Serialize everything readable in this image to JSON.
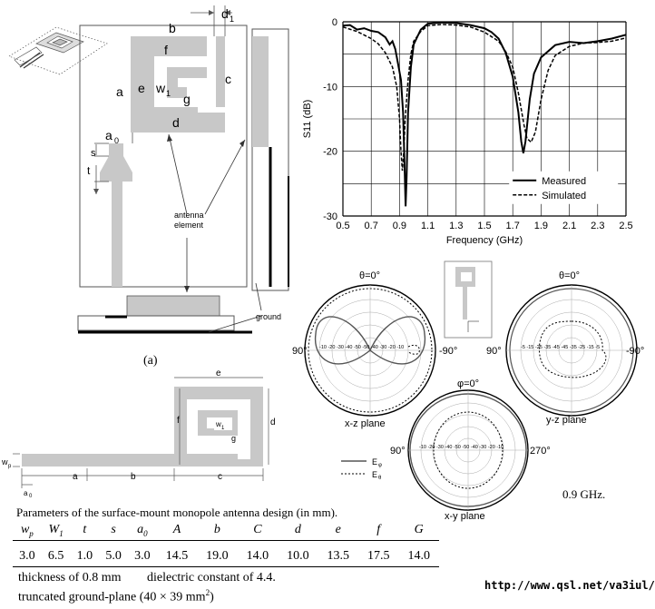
{
  "antenna_labels": {
    "b": "b",
    "d1": "d",
    "d1_sub": "1",
    "f": "f",
    "a": "a",
    "e": "e",
    "w1": "w",
    "w1_sub": "1",
    "g": "g",
    "c": "c",
    "d": "d",
    "a0": "a",
    "a0_sub": "0",
    "s": "s",
    "t": "t",
    "element": "antenna\nelement",
    "ground": "ground"
  },
  "sub_a_label": "(a)",
  "planar_labels": {
    "e": "e",
    "f": "f",
    "d": "d",
    "w1": "w",
    "w1_sub": "1",
    "g": "g",
    "wp": "w",
    "wp_sub": "p",
    "a": "a",
    "b": "b",
    "c": "c",
    "a0": "a",
    "a0_sub": "0"
  },
  "chart_data": {
    "type": "line",
    "xlabel": "Frequency (GHz)",
    "ylabel": "S11 (dB)",
    "xlim": [
      0.5,
      2.5
    ],
    "ylim": [
      -30,
      0
    ],
    "x_ticks": [
      "0.5",
      "0.7",
      "0.9",
      "1.1",
      "1.3",
      "1.5",
      "1.7",
      "1.9",
      "2.1",
      "2.3",
      "2.5"
    ],
    "y_ticks": [
      "0",
      "-10",
      "-20",
      "-30"
    ],
    "grid": true,
    "legend": "bottom-right",
    "series": [
      {
        "name": "Measured",
        "style": "solid",
        "points": [
          [
            0.5,
            -0.6
          ],
          [
            0.55,
            -0.5
          ],
          [
            0.6,
            -1.2
          ],
          [
            0.65,
            -1.0
          ],
          [
            0.7,
            -1.4
          ],
          [
            0.75,
            -1.6
          ],
          [
            0.8,
            -2.4
          ],
          [
            0.83,
            -3.5
          ],
          [
            0.85,
            -3.0
          ],
          [
            0.87,
            -4.2
          ],
          [
            0.89,
            -6.5
          ],
          [
            0.91,
            -9.0
          ],
          [
            0.925,
            -14.0
          ],
          [
            0.935,
            -22.0
          ],
          [
            0.943,
            -28.5
          ],
          [
            0.95,
            -24.0
          ],
          [
            0.96,
            -14.0
          ],
          [
            0.98,
            -7.0
          ],
          [
            1.0,
            -3.5
          ],
          [
            1.05,
            -1.2
          ],
          [
            1.1,
            -0.3
          ],
          [
            1.2,
            -0.1
          ],
          [
            1.3,
            -0.2
          ],
          [
            1.4,
            -0.5
          ],
          [
            1.5,
            -1.0
          ],
          [
            1.55,
            -1.6
          ],
          [
            1.6,
            -2.6
          ],
          [
            1.65,
            -4.8
          ],
          [
            1.7,
            -8.5
          ],
          [
            1.74,
            -14.0
          ],
          [
            1.76,
            -18.5
          ],
          [
            1.775,
            -20.3
          ],
          [
            1.79,
            -18.5
          ],
          [
            1.82,
            -12.0
          ],
          [
            1.85,
            -8.0
          ],
          [
            1.9,
            -5.5
          ],
          [
            2.0,
            -3.6
          ],
          [
            2.1,
            -3.1
          ],
          [
            2.2,
            -3.3
          ],
          [
            2.3,
            -3.0
          ],
          [
            2.4,
            -2.6
          ],
          [
            2.5,
            -2.0
          ]
        ]
      },
      {
        "name": "Simulated",
        "style": "dashed",
        "points": [
          [
            0.5,
            -0.8
          ],
          [
            0.6,
            -1.5
          ],
          [
            0.7,
            -2.6
          ],
          [
            0.75,
            -3.4
          ],
          [
            0.8,
            -4.8
          ],
          [
            0.85,
            -7.0
          ],
          [
            0.88,
            -10.0
          ],
          [
            0.9,
            -15.0
          ],
          [
            0.91,
            -20.0
          ],
          [
            0.92,
            -23.0
          ],
          [
            0.93,
            -20.0
          ],
          [
            0.94,
            -15.0
          ],
          [
            0.96,
            -9.0
          ],
          [
            0.98,
            -5.0
          ],
          [
            1.0,
            -3.0
          ],
          [
            1.05,
            -1.5
          ],
          [
            1.1,
            -0.6
          ],
          [
            1.2,
            -0.4
          ],
          [
            1.3,
            -0.5
          ],
          [
            1.4,
            -0.8
          ],
          [
            1.5,
            -1.6
          ],
          [
            1.6,
            -3.0
          ],
          [
            1.65,
            -4.6
          ],
          [
            1.7,
            -7.0
          ],
          [
            1.74,
            -11.0
          ],
          [
            1.78,
            -16.0
          ],
          [
            1.8,
            -18.0
          ],
          [
            1.83,
            -18.6
          ],
          [
            1.86,
            -17.0
          ],
          [
            1.9,
            -12.0
          ],
          [
            1.95,
            -7.5
          ],
          [
            2.0,
            -5.2
          ],
          [
            2.1,
            -3.8
          ],
          [
            2.2,
            -3.3
          ],
          [
            2.3,
            -3.2
          ],
          [
            2.4,
            -3.0
          ],
          [
            2.5,
            -2.5
          ]
        ]
      }
    ]
  },
  "pattern_labels": {
    "xz_theta": "θ=0°",
    "xz_left": "90°",
    "xz_right": "-90°",
    "xz_scale": "-10 -20 -30 -40 -50     -50 -40 -30 -20 -10",
    "xz_plane": "x-z plane",
    "yz_theta": "θ=0°",
    "yz_left": "90°",
    "yz_right": "-90°",
    "yz_scale": "-5 -15 -25 -35 -45     -45 -35 -25 -15 -5",
    "yz_plane": "y-z plane",
    "xy_phi": "φ=0°",
    "xy_left": "90°",
    "xy_right": "270°",
    "xy_scale": "-10 -20 -30 -40 -50     -50 -40 -30 -20 -10",
    "xy_plane": "x-y plane",
    "legend_ephi": "E",
    "legend_ephi_sub": "φ",
    "legend_etheta": "E",
    "legend_etheta_sub": "θ",
    "freq": "0.9 GHz."
  },
  "table": {
    "caption": "Parameters of the surface-mount monopole antenna design (in mm).",
    "headers": [
      "w",
      "W",
      "t",
      "s",
      "a",
      "A",
      "b",
      "C",
      "d",
      "e",
      "f",
      "G"
    ],
    "header_subs": [
      "p",
      "1",
      "",
      "",
      "0",
      "",
      "",
      "",
      "",
      "",
      "",
      ""
    ],
    "values": [
      "3.0",
      "6.5",
      "1.0",
      "5.0",
      "3.0",
      "14.5",
      "19.0",
      "14.0",
      "10.0",
      "13.5",
      "17.5",
      "14.0"
    ]
  },
  "notes": {
    "line1_a": "thickness of 0.8 mm",
    "line1_b": "dielectric constant of 4.4.",
    "line2_a": "truncated ground-plane (40 × 39 mm",
    "line2_sup": "2",
    "line2_b": ")"
  },
  "url": "http://www.qsl.net/va3iul/"
}
